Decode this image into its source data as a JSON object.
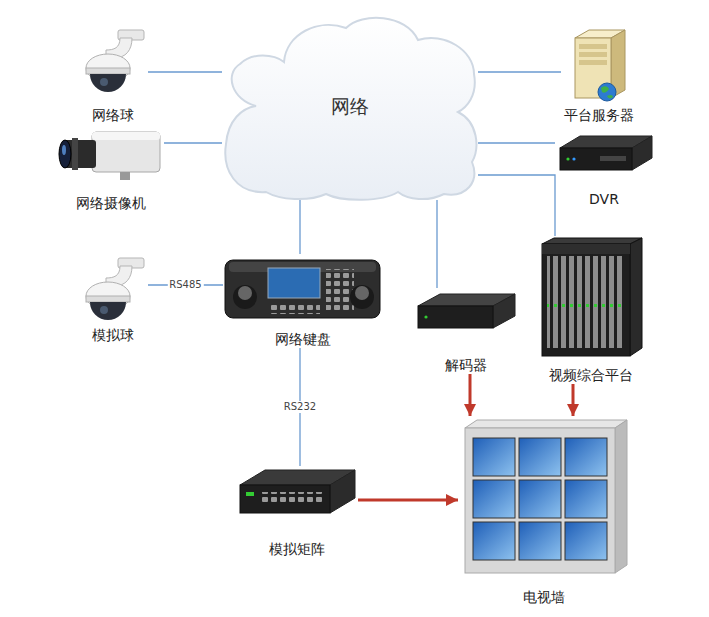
{
  "diagram": {
    "nodes": [
      {
        "text": [
          "网络球"
        ]
      },
      {
        "text": [
          "网络"
        ]
      },
      {
        "text": [
          "平台服务器"
        ]
      },
      {
        "text": [
          "网络摄像机"
        ]
      },
      {
        "text": [
          "DVR"
        ]
      },
      {
        "text": [
          "模拟球"
        ]
      },
      {
        "text": [
          "网络键盘"
        ]
      },
      {
        "text": [
          "解码器"
        ]
      },
      {
        "text": [
          "视频综合平台"
        ]
      },
      {
        "text": [
          "模拟矩阵"
        ]
      },
      {
        "text": [
          "电视墙"
        ]
      }
    ],
    "edges": [
      {
        "from": 0,
        "to": 1,
        "arrow": "none"
      },
      {
        "from": 3,
        "to": 1,
        "arrow": "none"
      },
      {
        "from": 1,
        "to": 2,
        "arrow": "none"
      },
      {
        "from": 1,
        "to": 4,
        "arrow": "none"
      },
      {
        "from": 1,
        "to": 6,
        "arrow": "none"
      },
      {
        "from": 1,
        "to": 7,
        "arrow": "none"
      },
      {
        "from": 1,
        "to": 8,
        "arrow": "none"
      },
      {
        "from": 5,
        "to": 6,
        "label": "RS485",
        "arrow": "none"
      },
      {
        "from": 6,
        "to": 9,
        "label": "RS232",
        "arrow": "none"
      },
      {
        "from": 7,
        "to": 10,
        "arrow": "to"
      },
      {
        "from": 8,
        "to": 10,
        "arrow": "to"
      },
      {
        "from": 9,
        "to": 10,
        "arrow": "to"
      }
    ]
  }
}
